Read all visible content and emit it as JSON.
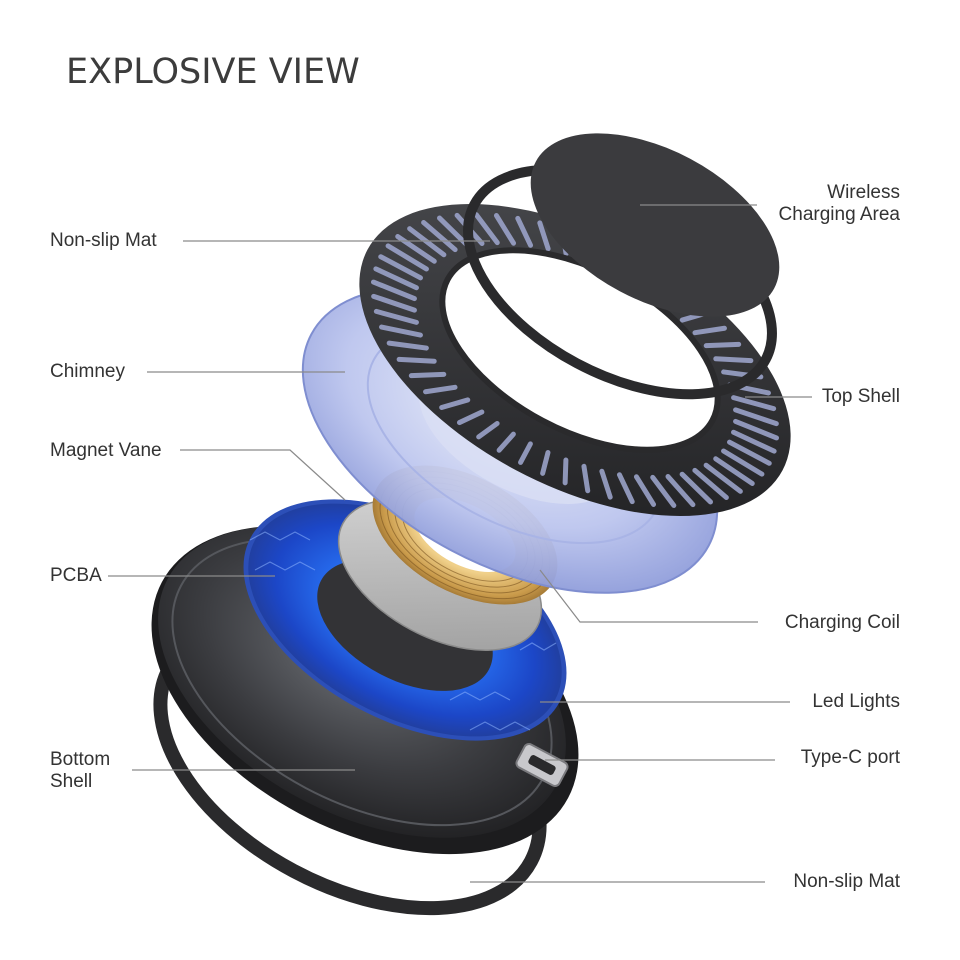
{
  "title": "EXPLOSIVE VIEW",
  "labels": {
    "non_slip_mat_top": "Non-slip Mat",
    "chimney": "Chimney",
    "magnet_vane": "Magnet Vane",
    "pcba": "PCBA",
    "bottom_shell_1": "Bottom",
    "bottom_shell_2": "Shell",
    "wireless_1": "Wireless",
    "wireless_2": "Charging  Area",
    "top_shell": "Top Shell",
    "charging_coil": "Charging  Coil",
    "led_lights": "Led Lights",
    "type_c_port": "Type-C port",
    "non_slip_mat_bottom": "Non-slip Mat"
  },
  "colors": {
    "shell_dark": "#2e2e30",
    "chimney_blue": "#b8c2ee",
    "pcb_blue": "#3a6fe0",
    "led_glow": "#2a7bff",
    "coil_gold": "#c99a4a",
    "vane_silver": "#bfbfbf",
    "leader_line": "#8a8a8a"
  }
}
